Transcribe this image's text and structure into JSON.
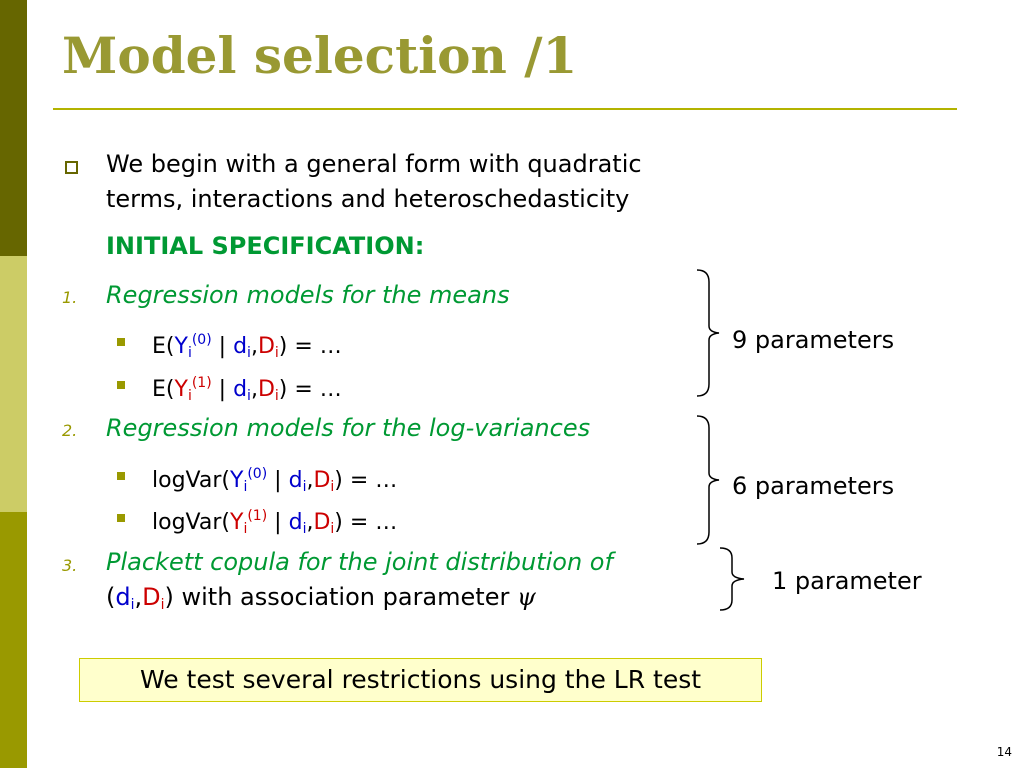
{
  "slide": {
    "title": "Model selection /1",
    "bullet": {
      "line1": "We begin with a general form with quadratic",
      "line2": "terms, interactions and heteroschedasticity"
    },
    "initial_spec": "INITIAL SPECIFICATION:",
    "items": [
      {
        "number": "1.",
        "heading": "Regression models for the means",
        "subs": [
          {
            "prefix": "E(",
            "y": "Y",
            "yi": "i",
            "sup": "(0)",
            "sep": " | ",
            "d": "d",
            "di": "i",
            "comma": ",",
            "D": "D",
            "Di": "i",
            "suffix": ") =  …"
          },
          {
            "prefix": "E(",
            "y": "Y",
            "yi": "i",
            "sup": "(1)",
            "sep": " | ",
            "d": "d",
            "di": "i",
            "comma": ",",
            "D": "D",
            "Di": "i",
            "suffix": ") =  …"
          }
        ],
        "params": "9 parameters"
      },
      {
        "number": "2.",
        "heading": "Regression models for the log-variances",
        "subs": [
          {
            "prefix": "logVar(",
            "y": "Y",
            "yi": "i",
            "sup": "(0)",
            "sep": " | ",
            "d": "d",
            "di": "i",
            "comma": ",",
            "D": "D",
            "Di": "i",
            "suffix": ") =  …"
          },
          {
            "prefix": "logVar(",
            "y": "Y",
            "yi": "i",
            "sup": "(1)",
            "sep": " | ",
            "d": "d",
            "di": "i",
            "comma": ",",
            "D": "D",
            "Di": "i",
            "suffix": ") =  …"
          }
        ],
        "params": "6 parameters"
      },
      {
        "number": "3.",
        "heading": "Plackett copula for the joint distribution of",
        "line2": {
          "open": "(",
          "d": "d",
          "di": "i",
          "comma": ",",
          "D": "D",
          "Di": "i",
          "rest": ") with association parameter ",
          "psi": "ψ"
        },
        "params": "1 parameter"
      }
    ],
    "box_text": "We test several restrictions using the LR test",
    "page_number": "14"
  }
}
